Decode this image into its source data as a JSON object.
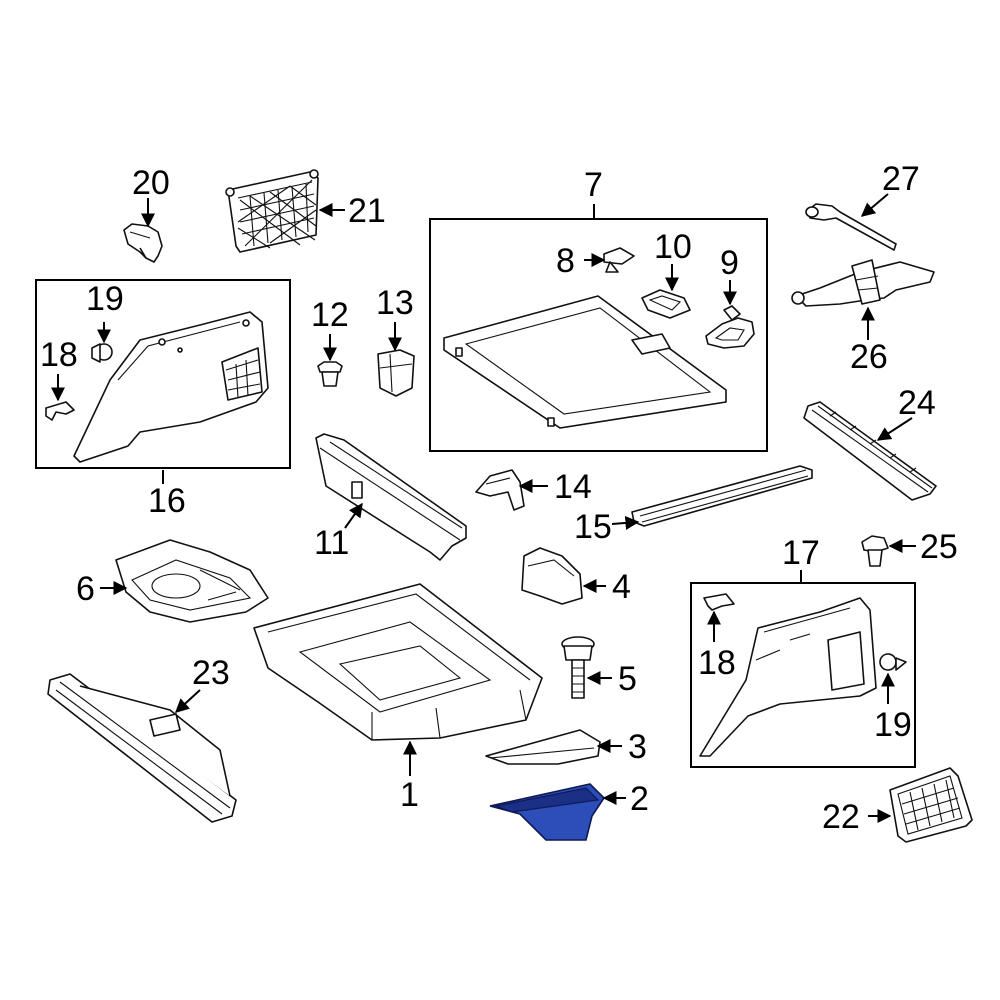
{
  "colors": {
    "background": "#ffffff",
    "line": "#000000",
    "highlight": "#2d4db8"
  },
  "callouts": {
    "c1": "1",
    "c2": "2",
    "c3": "3",
    "c4": "4",
    "c5": "5",
    "c6": "6",
    "c7": "7",
    "c8": "8",
    "c9": "9",
    "c10": "10",
    "c11": "11",
    "c12": "12",
    "c13": "13",
    "c14": "14",
    "c15": "15",
    "c16": "16",
    "c17": "17",
    "c18a": "18",
    "c18b": "18",
    "c19a": "19",
    "c19b": "19",
    "c20": "20",
    "c21": "21",
    "c22": "22",
    "c23": "23",
    "c24": "24",
    "c25": "25",
    "c26": "26",
    "c27": "27"
  },
  "highlighted_part": "2"
}
